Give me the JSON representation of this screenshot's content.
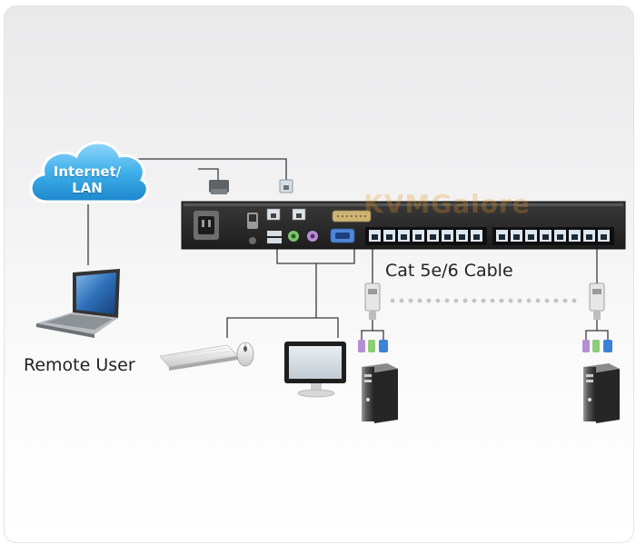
{
  "labels": {
    "cloud": [
      "Internet/",
      "LAN"
    ],
    "remote_user": "Remote User",
    "cable": "Cat 5e/6 Cable"
  },
  "watermark": "KVMGalore",
  "icons": {
    "cloud": "cloud-icon",
    "laptop": "laptop-icon",
    "keyboard": "keyboard-icon",
    "mouse": "mouse-icon",
    "monitor": "monitor-icon",
    "kvm_switch": "kvm-switch-icon",
    "computer": "computer-tower-icon",
    "adapter": "kvm-adapter-icon"
  },
  "colors": {
    "cloud": "#48b6ec",
    "device_body": "#2b2b2b",
    "rj45_port": "#dde6ee",
    "line": "#333333"
  }
}
